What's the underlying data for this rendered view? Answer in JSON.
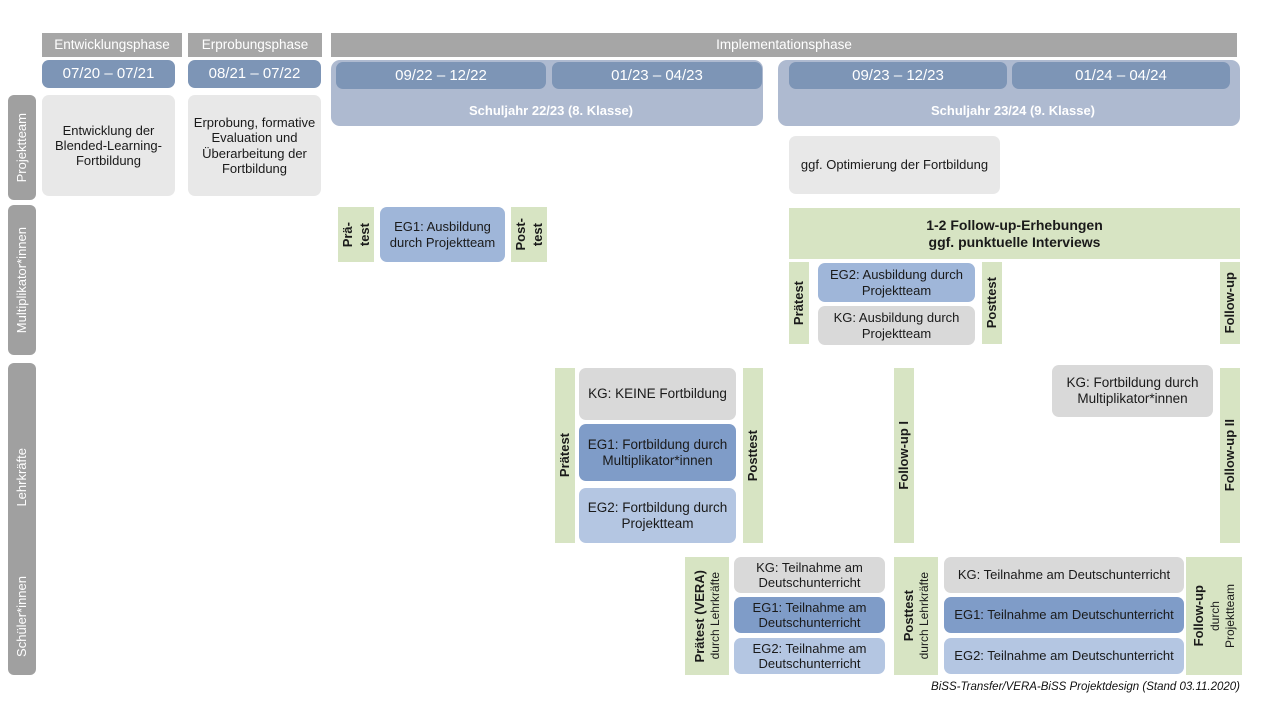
{
  "header": {
    "phases": [
      {
        "label": "Entwicklungsphase"
      },
      {
        "label": "Erprobungsphase"
      },
      {
        "label": "Implementationsphase"
      }
    ],
    "periods": [
      {
        "label": "07/20 – 07/21"
      },
      {
        "label": "08/21 – 07/22"
      },
      {
        "label": "09/22 – 12/22"
      },
      {
        "label": "01/23 – 04/23"
      },
      {
        "label": "09/23 – 12/23"
      },
      {
        "label": "01/24 – 04/24"
      }
    ],
    "school_years": [
      {
        "label": "Schuljahr 22/23 (8. Klasse)"
      },
      {
        "label": "Schuljahr 23/24 (9. Klasse)"
      }
    ]
  },
  "sidebar": {
    "items": [
      {
        "label": "Projektteam"
      },
      {
        "label": "Multiplikator*innen"
      },
      {
        "label": "Lehrkräfte"
      },
      {
        "label": "Schüler*innen"
      }
    ]
  },
  "projektteam": {
    "entwicklung": "Entwicklung der Blended-Learning-Fortbildung",
    "erprobung": "Erprobung, formative Evaluation und Überarbeitung der Fortbildung",
    "optimierung": "ggf. Optimierung der Fortbildung"
  },
  "multiplikatoren": {
    "praetest_line1": "Prä-",
    "praetest_line2": "test",
    "eg1": "EG1: Ausbildung durch Projektteam",
    "posttest_line1": "Post-",
    "posttest_line2": "test",
    "followup_banner_line1": "1-2 Follow-up-Erhebungen",
    "followup_banner_line2": "ggf. punktuelle Interviews",
    "praetest": "Prätest",
    "eg2": "EG2: Ausbildung durch Projektteam",
    "kg": "KG: Ausbildung durch Projektteam",
    "posttest": "Posttest",
    "followup": "Follow-up"
  },
  "lehrkraefte": {
    "praetest": "Prätest",
    "kg": "KG:  KEINE Fortbildung",
    "eg1": "EG1: Fortbildung durch Multiplikator*innen",
    "eg2": "EG2: Fortbildung durch Projektteam",
    "posttest": "Posttest",
    "followup1": "Follow-up I",
    "kg_fortbildung": "KG: Fortbildung durch Multiplikator*innen",
    "followup2": "Follow-up II"
  },
  "schueler": {
    "praetest_main": "Prätest (VERA)",
    "praetest_sub": "durch Lehrkräfte",
    "kg_a": "KG: Teilnahme am Deutschunterricht",
    "eg1_a": "EG1: Teilnahme am Deutschunterricht",
    "eg2_a": "EG2: Teilnahme am Deutschunterricht",
    "posttest_main": "Posttest",
    "posttest_sub": "durch Lehrkräfte",
    "kg_b": "KG: Teilnahme am Deutschunterricht",
    "eg1_b": "EG1: Teilnahme am Deutschunterricht",
    "eg2_b": "EG2: Teilnahme am Deutschunterricht",
    "followup_main": "Follow-up",
    "followup_sub1": "durch",
    "followup_sub2": "Projektteam"
  },
  "footer": {
    "text": "BiSS-Transfer/VERA-BiSS Projektdesign (Stand 03.11.2020)"
  },
  "colors": {
    "gray_header": "#a6a6a6",
    "sidebar": "#a0a0a0",
    "period": "#7d95b6",
    "school_year": "#aebad0",
    "light_gray": "#e8e8e8",
    "gray": "#d9d9d9",
    "blue_dark": "#7f9cc8",
    "blue_mid": "#9fb6d9",
    "blue_light": "#b4c6e2",
    "green": "#d7e4c3"
  }
}
